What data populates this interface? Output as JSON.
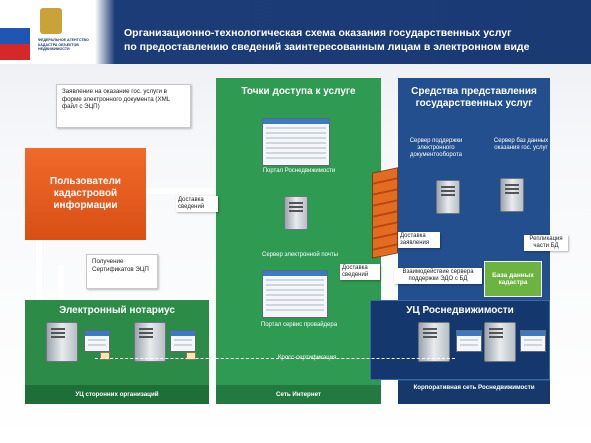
{
  "header": {
    "agency_text": "ФЕДЕРАЛЬНОЕ АГЕНТСТВО КАДАСТРА ОБЪЕКТОВ НЕДВИЖИМОСТИ",
    "title_line1": "Организационно-технологическая схема оказания государственных услуг",
    "title_line2": "по предоставлению сведений заинтересованным лицам в электронном виде"
  },
  "columns": {
    "access_points_title": "Точки доступа к услуге",
    "gov_services_title": "Средства представления государственных услуг",
    "notary_title": "Электронный нотариус",
    "uc_title": "УЦ Роснедвижимости",
    "users_title": "Пользователи кадастровой информации"
  },
  "footers": {
    "left": "УЦ сторонних организаций",
    "middle": "Сеть Интернет",
    "right": "Корпоративная сеть Роснедвижимости"
  },
  "labels": {
    "application_callout": "Заявление на оказание гос. услуги в форме электронного документа (XML файл с ЭЦП)",
    "certificate_callout": "Получение Сертификатов ЭЦП",
    "delivery_info_left": "Доставка сведений",
    "portal_rosned": "Портал Роснедвижимости",
    "mail_server": "Сервер электронной почты",
    "portal_provider": "Портал сервис провайдера",
    "doc_server": "Сервер поддержки электронного документооборота",
    "db_server": "Сервер баз данных оказания гос. услуг",
    "delivery_statement": "Доставка заявления",
    "delivery_info_mid": "Доставка сведений",
    "interaction": "Взаимодействие сервера поддержки ЭДО с БД",
    "replication": "Репликация части БД",
    "cadastre_db": "База данных кадастра",
    "crypto": "Кросс-сертификация"
  },
  "colors": {
    "header_blue": "#1c3c78",
    "green": "#2f9a52",
    "navy": "#234f8e",
    "orange": "#e8601f"
  }
}
